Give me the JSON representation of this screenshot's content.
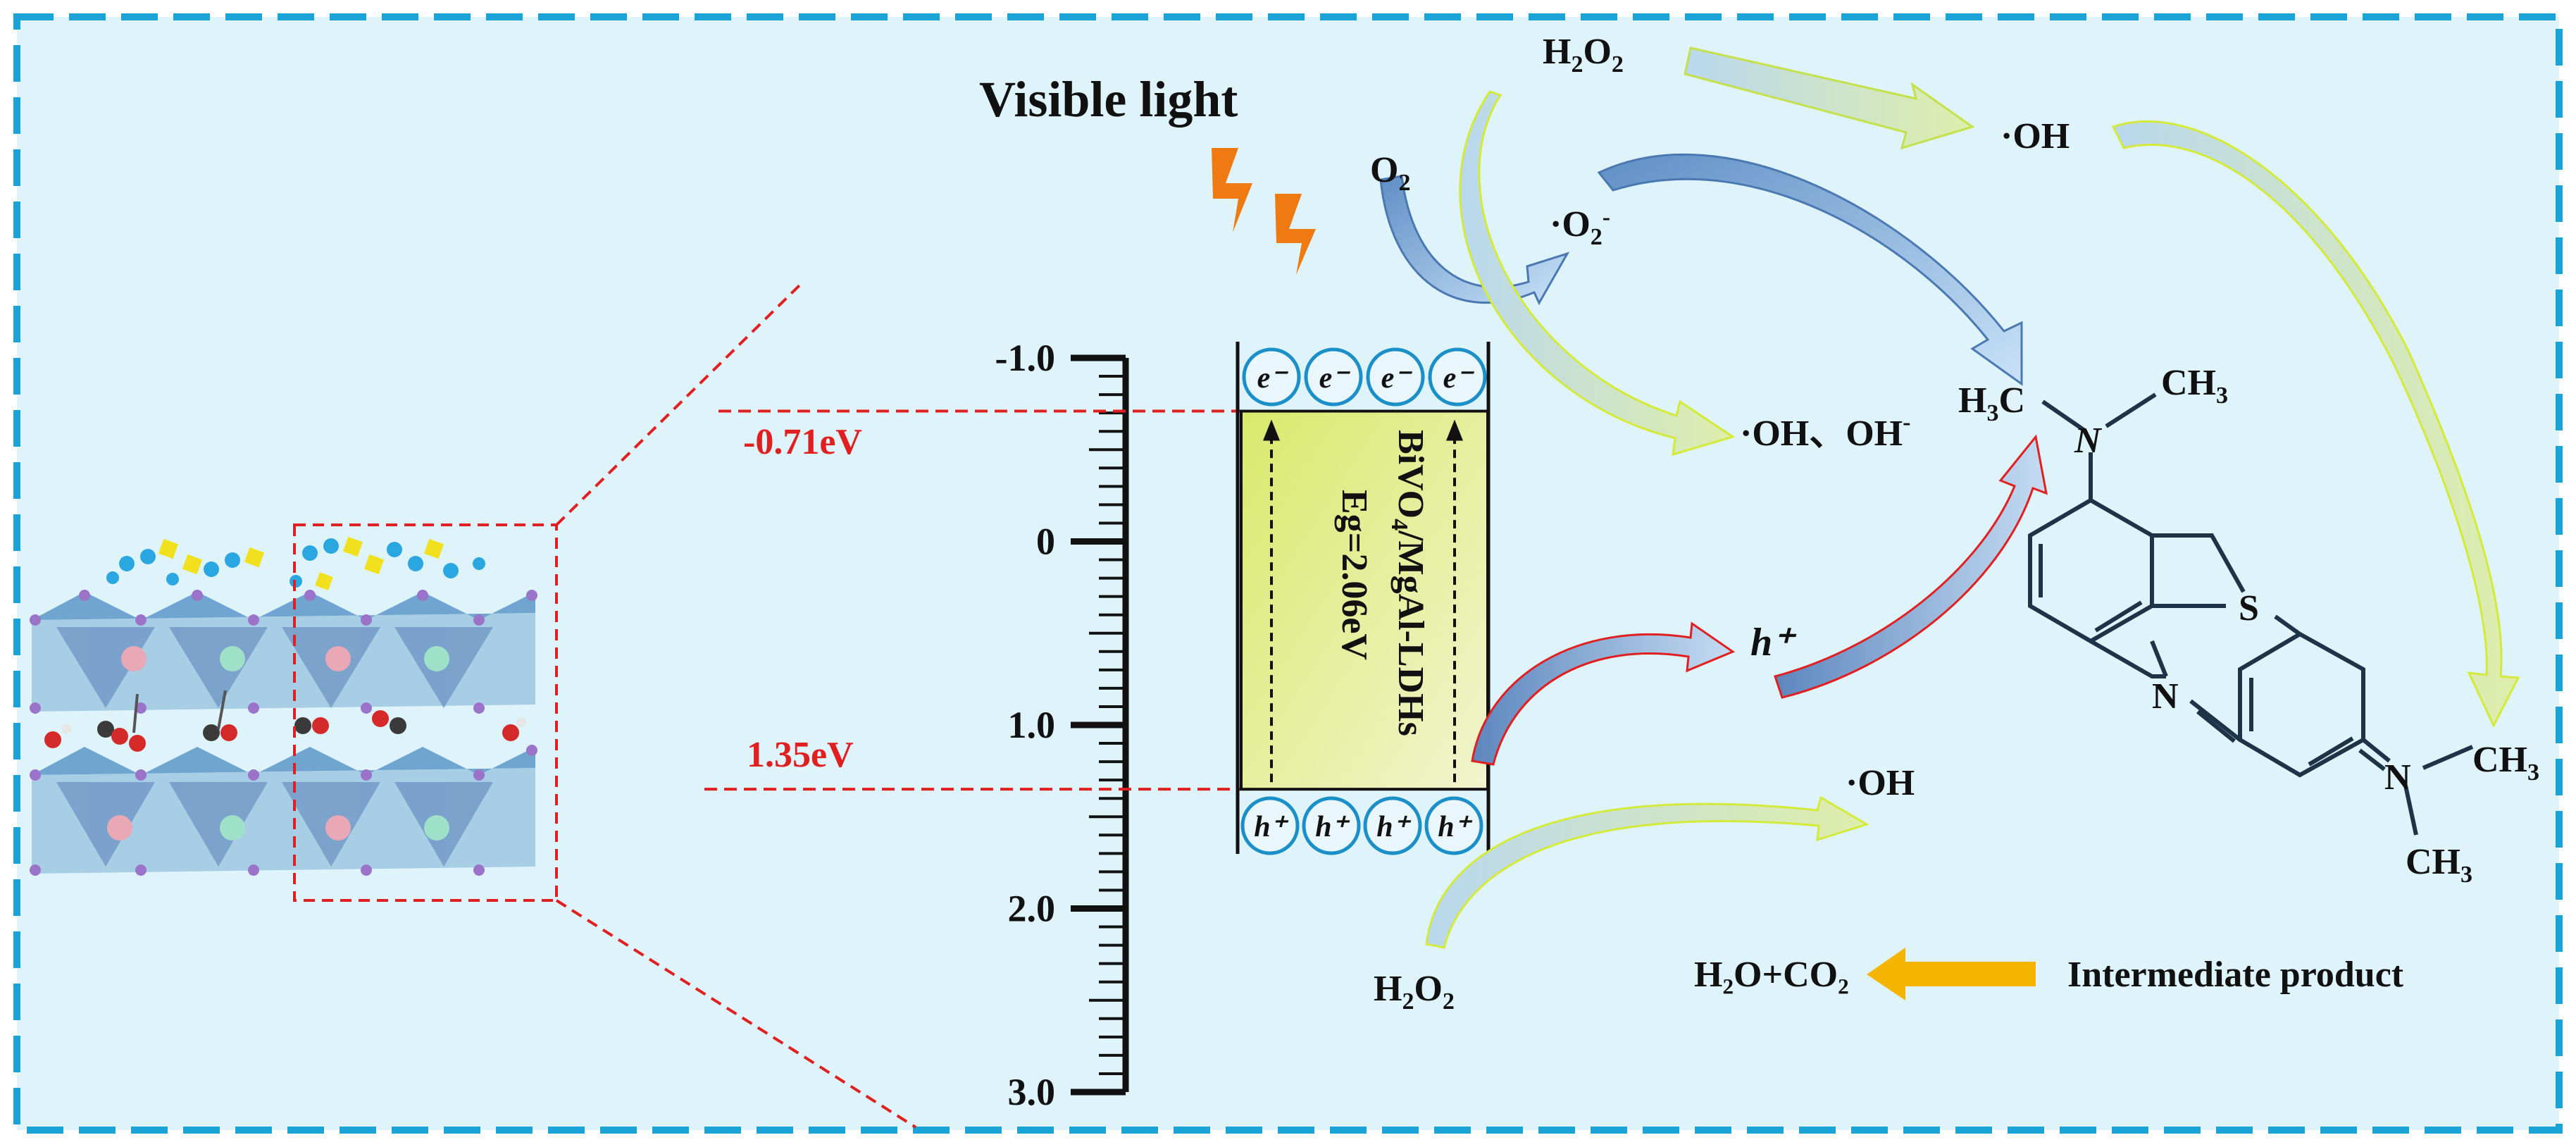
{
  "diagram": {
    "title": "Visible light",
    "band": {
      "material": "BiVO₄/MgAl-LDHs",
      "material_parts": [
        "BiVO",
        "4",
        "/MgAl-LDHs"
      ],
      "gap": "Eg=2.06eV",
      "cb_label": "-0.71eV",
      "vb_label": "1.35eV",
      "cb_value": -0.71,
      "vb_value": 1.35,
      "electron": "e⁻",
      "hole": "h⁺"
    },
    "axis": {
      "ticks": [
        "-1.0",
        "0",
        "1.0",
        "2.0",
        "3.0"
      ],
      "range": [
        -1.0,
        3.0
      ]
    },
    "species": {
      "h2o2_top": [
        "H",
        "2",
        "O",
        "2"
      ],
      "o2": [
        "O",
        "2"
      ],
      "superoxide": [
        "·O",
        "2",
        "-"
      ],
      "oh_top": "·OH",
      "oh_mid": [
        "·OH、OH",
        "-"
      ],
      "hole_product": "h⁺",
      "oh_bottom": "·OH",
      "h2o2_bottom": [
        "H",
        "2",
        "O",
        "2"
      ]
    },
    "molecule": {
      "h3c": [
        "H",
        "3",
        "C"
      ],
      "n_top": "N",
      "ch3_top": [
        "CH",
        "3"
      ],
      "s": "S",
      "n_ring": "N",
      "n_right": "N",
      "ch3_right": [
        "CH",
        "3"
      ],
      "ch3_bottom": [
        "CH",
        "3"
      ]
    },
    "legend": {
      "product": "H₂O+CO₂",
      "intermediate": "Intermediate product"
    },
    "colors": {
      "background": "#dff4fa",
      "border": "#1aa3d6",
      "guide_red": "#e02020",
      "band_fill": "#e4ee9a",
      "circle_stroke": "#1a8fc8",
      "arrow_blue": "#8fb7e0",
      "arrow_yellow": "#d9ee5a",
      "arrow_orange": "#f5b400",
      "lightning": "#f07a12"
    }
  }
}
